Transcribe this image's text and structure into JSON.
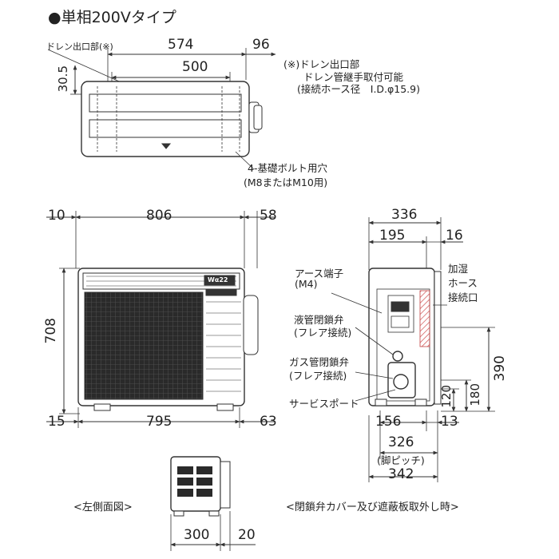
{
  "title": "●単相200Vタイプ",
  "top_view": {
    "drain_label": "ドレン出口部(※)",
    "dim_574": "574",
    "dim_96": "96",
    "dim_500": "500",
    "dim_30_5": "30.5",
    "note_line1": "(※)ドレン出口部",
    "note_line2": "ドレン管継手取付可能",
    "note_line3": "(接続ホース径　I.D.φ15.9)",
    "bolt_line1": "4-基礎ボルト用穴",
    "bolt_line2": "(M8またはM10用)"
  },
  "front_view": {
    "dim_10": "10",
    "dim_806": "806",
    "dim_58": "58",
    "dim_708": "708",
    "dim_15": "15",
    "dim_795": "795",
    "dim_63": "63",
    "badge": "Wα22"
  },
  "right_view": {
    "dim_336": "336",
    "dim_195": "195",
    "dim_16": "16",
    "earth_line1": "アース端子",
    "earth_line2": "(M4)",
    "liquid_line1": "液管閉鎖弁",
    "liquid_line2": "(フレア接続)",
    "gas_line1": "ガス管閉鎖弁",
    "gas_line2": "(フレア接続)",
    "service_port": "サービスポート",
    "humid_line1": "加湿",
    "humid_line2": "ホース",
    "humid_line3": "接続口",
    "dim_390": "390",
    "dim_180": "180",
    "dim_120": "120",
    "dim_156": "156",
    "dim_13": "13",
    "dim_326": "326",
    "leg_pitch": "(脚ピッチ)",
    "dim_342": "342",
    "caption": "<閉鎖弁カバー及び遮蔽板取外し時>"
  },
  "left_view": {
    "caption": "<左側面図>",
    "dim_300": "300",
    "dim_20": "20"
  }
}
